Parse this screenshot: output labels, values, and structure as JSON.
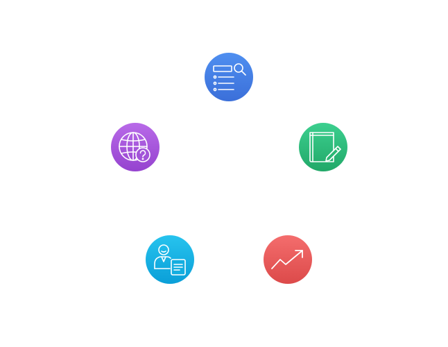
{
  "nodes": [
    {
      "key": "research",
      "icon": "list-search-icon",
      "colors": [
        "#4f8ff0",
        "#3b6fd9"
      ]
    },
    {
      "key": "global",
      "icon": "globe-question-icon",
      "colors": [
        "#b86ae8",
        "#9543cf"
      ]
    },
    {
      "key": "notebook",
      "icon": "notebook-pencil-icon",
      "colors": [
        "#3ccf8f",
        "#21a868"
      ]
    },
    {
      "key": "consultant",
      "icon": "person-document-icon",
      "colors": [
        "#27c3ee",
        "#0a9fd8"
      ]
    },
    {
      "key": "growth",
      "icon": "trend-up-icon",
      "colors": [
        "#f46d6d",
        "#dc4a4a"
      ]
    }
  ]
}
